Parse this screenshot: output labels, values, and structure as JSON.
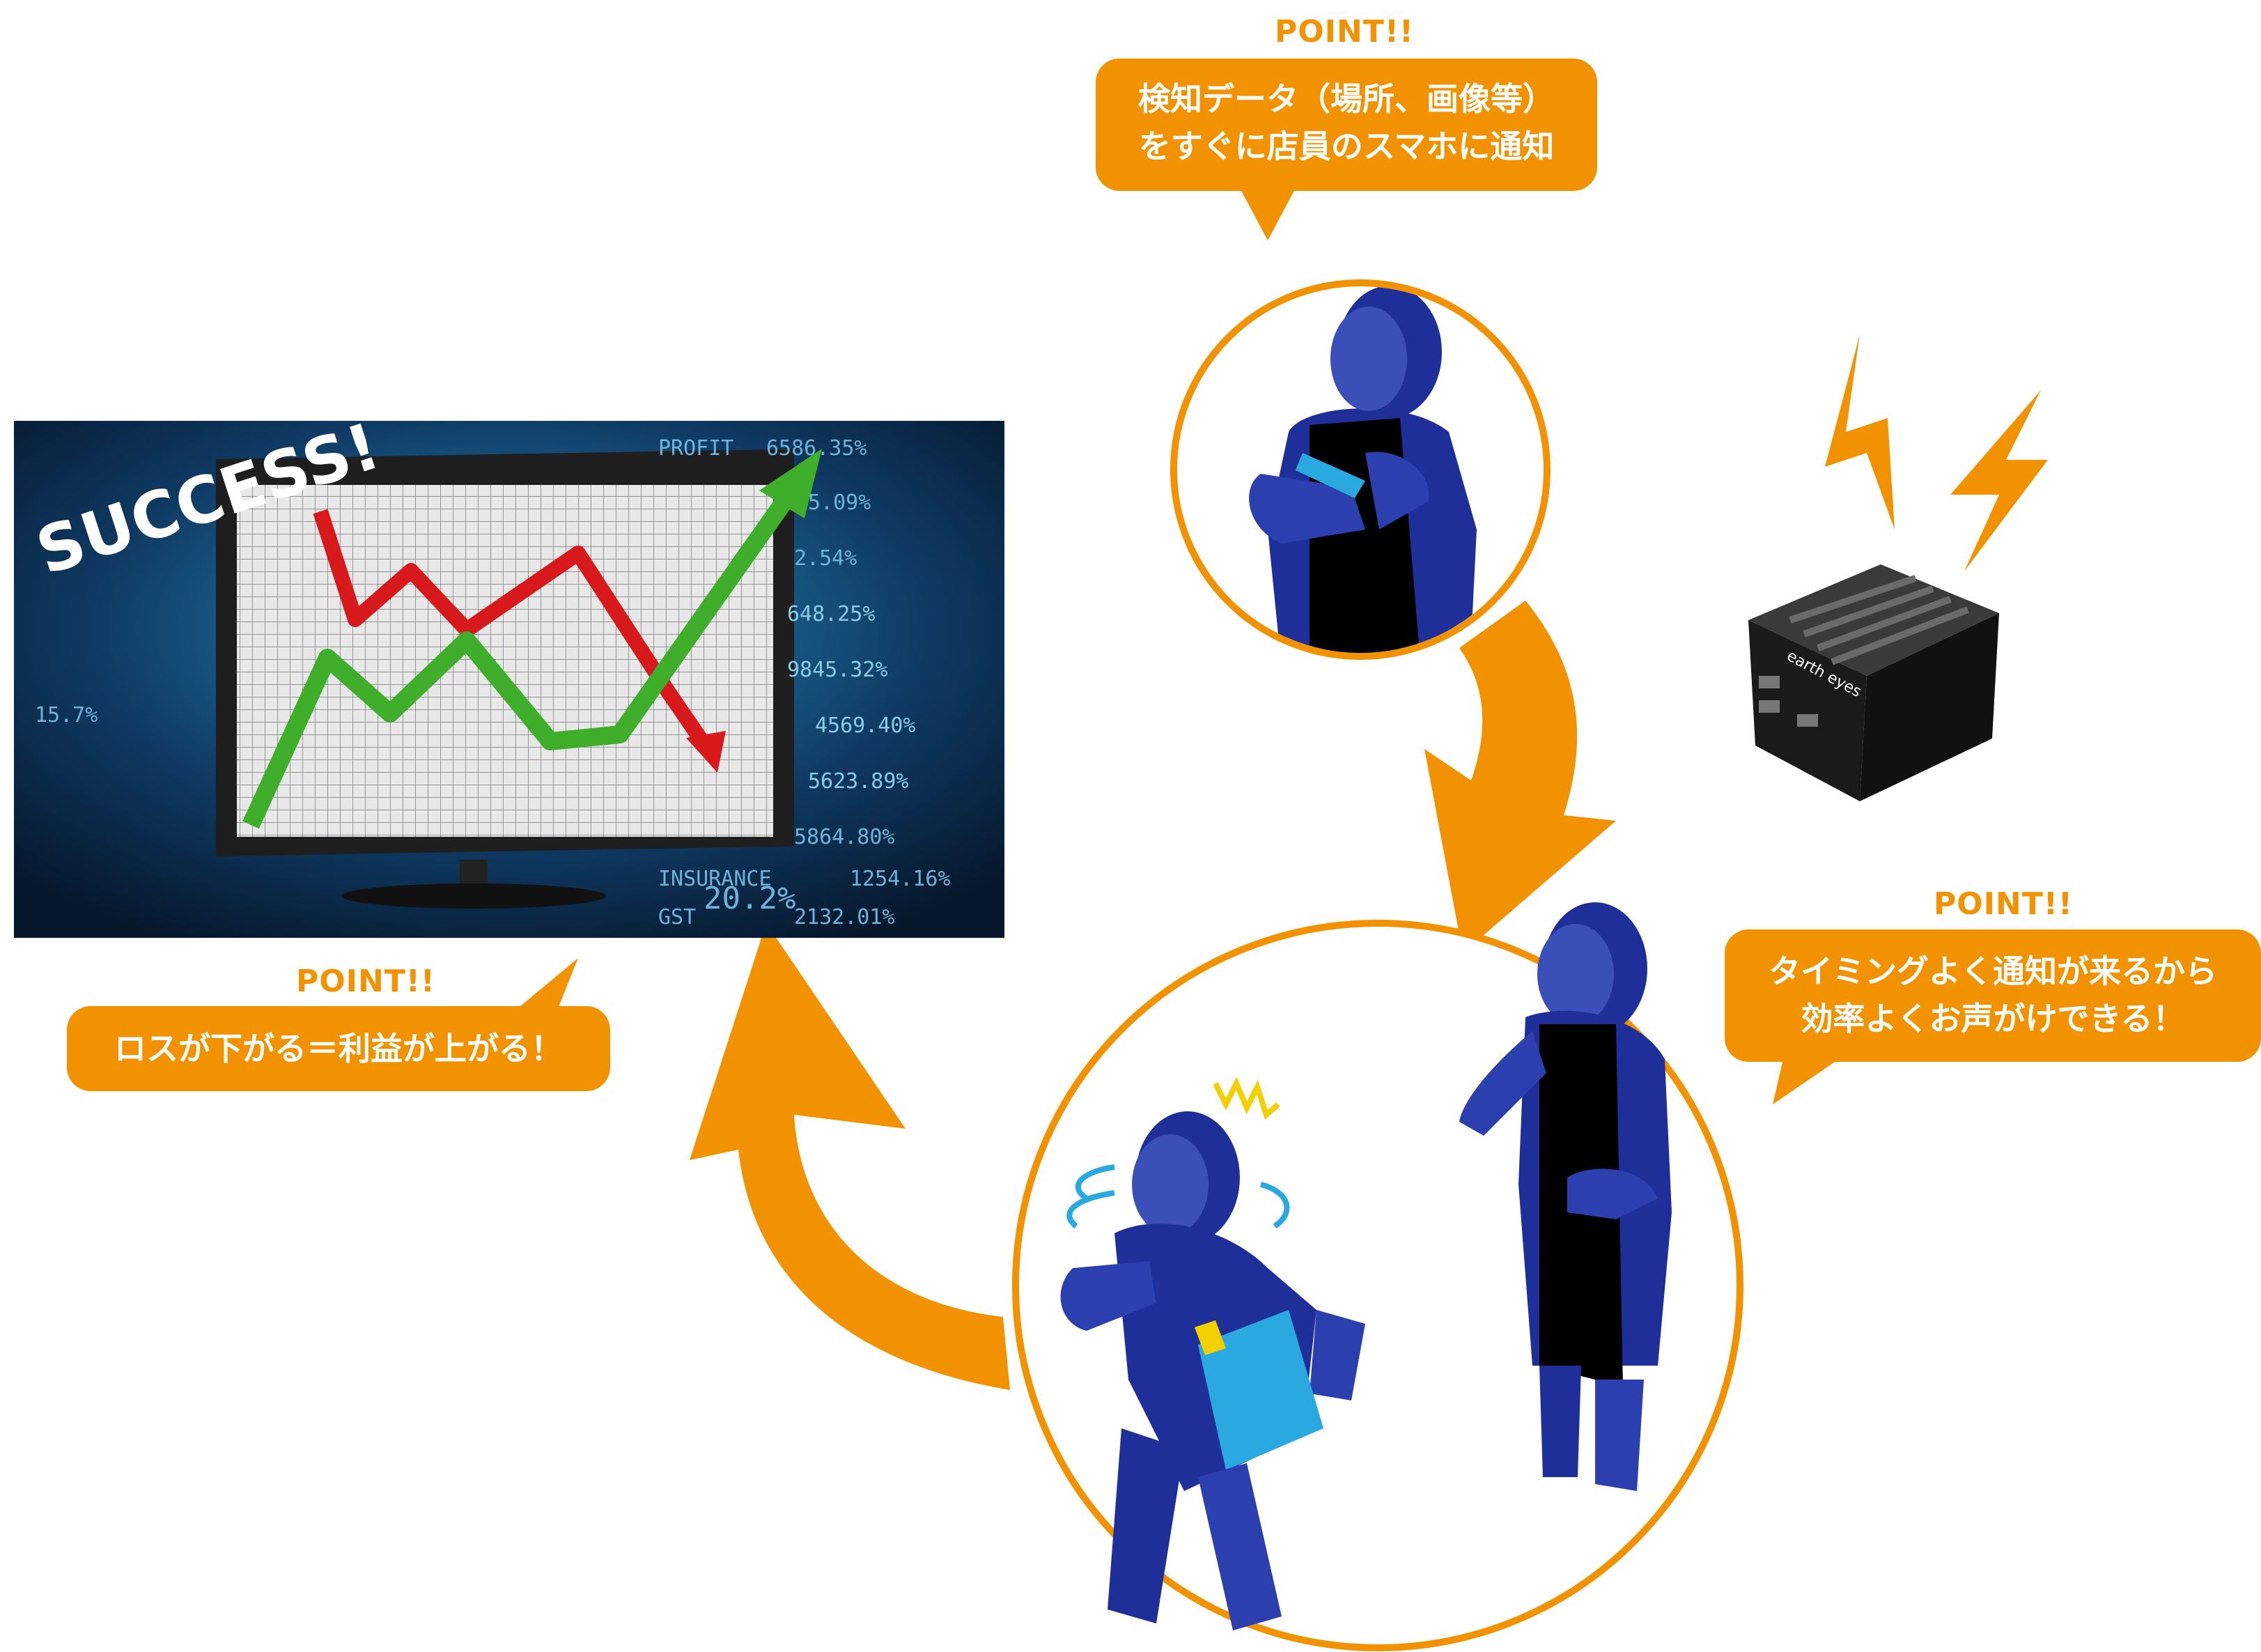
{
  "colors": {
    "accent_orange": "#f39200",
    "figure_blue": "#1f2f9a",
    "figure_blue_light": "#3a4fb8",
    "apron_black": "#000000",
    "chart_bg": "#0b1a33",
    "line_red": "#d7191c",
    "line_green": "#3fae2a"
  },
  "points": [
    {
      "label": "POINT!!",
      "lines": [
        "検知データ（場所、画像等）",
        "をすぐに店員のスマホに通知"
      ]
    },
    {
      "label": "POINT!!",
      "lines": [
        "タイミングよく通知が来るから",
        "効率よくお声がけできる！"
      ]
    },
    {
      "label": "POINT!!",
      "lines": [
        "ロスが下がる＝利益が上がる！"
      ]
    }
  ],
  "success_image": {
    "headline": "SUCCESS!",
    "background_text": [
      "PROFIT",
      "6586.35%",
      "5.09%",
      "2.54%",
      "648.25%",
      "9845.32%",
      "4569.40%",
      "5623.89%",
      "5864.80%",
      "INSURANCE",
      "1254.16%",
      "GST",
      "2132.01%",
      "20.2%",
      "15.7%"
    ],
    "icons": [
      "monitor-icon",
      "trend-up-arrow-icon",
      "trend-down-arrow-icon"
    ]
  },
  "device": {
    "brand": "earth eyes",
    "icons": [
      "edge-ai-box-icon",
      "lightning-bolt-icon"
    ]
  },
  "figures": [
    {
      "name": "clerk-with-smartphone"
    },
    {
      "name": "clerk-approaching"
    },
    {
      "name": "startled-customer"
    }
  ]
}
